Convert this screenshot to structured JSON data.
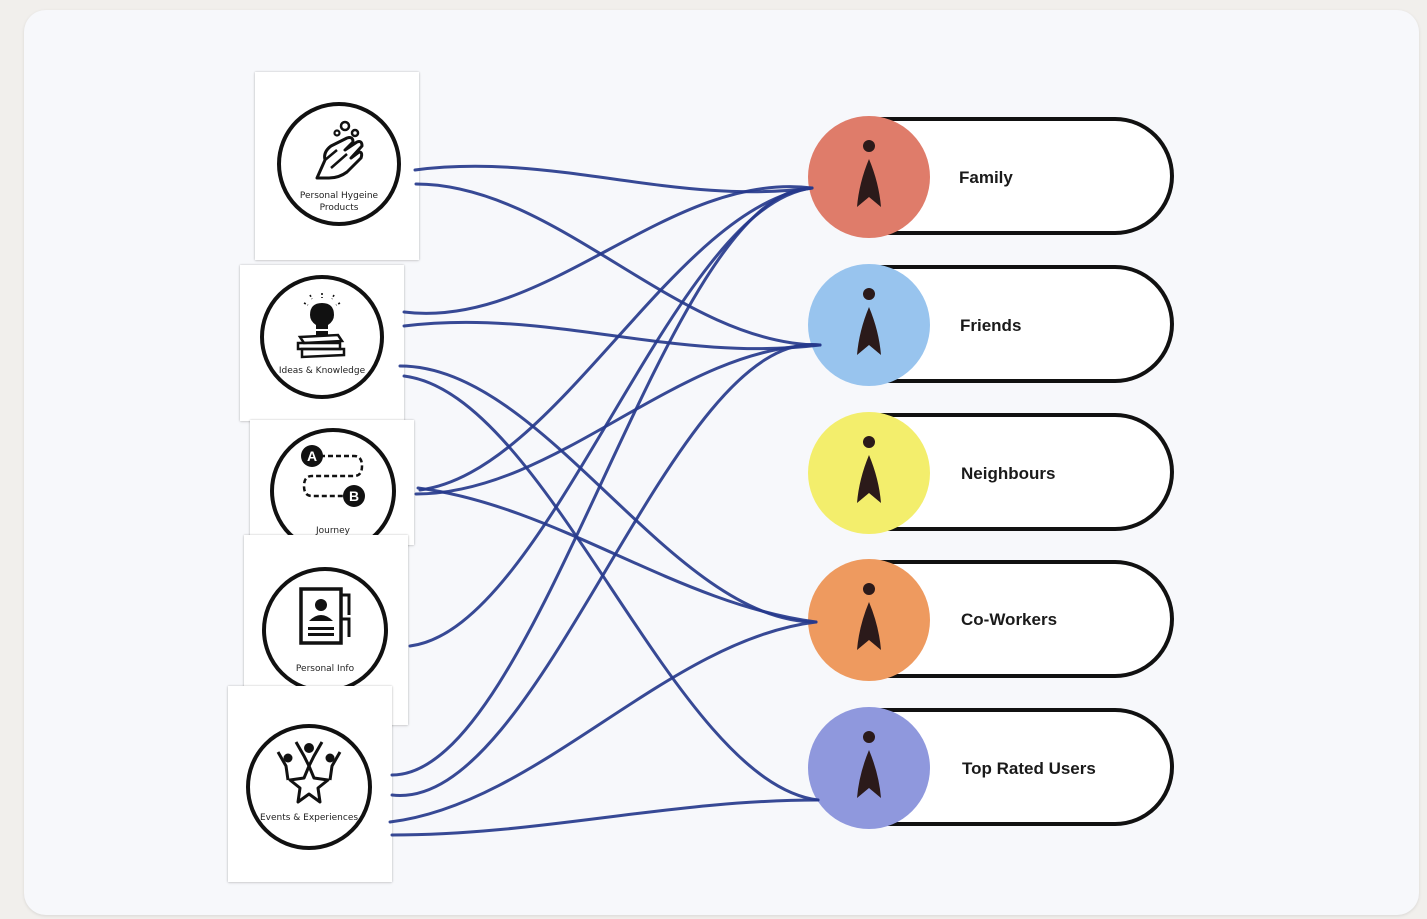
{
  "sources": [
    {
      "label": "Personal Hygeine Products",
      "icon": "handwash-icon"
    },
    {
      "label": "Ideas & Knowledge",
      "icon": "lightbulb-books-icon"
    },
    {
      "label": "Journey",
      "icon": "route-a-b-icon"
    },
    {
      "label": "Personal Info",
      "icon": "id-card-icon"
    },
    {
      "label": "Events & Experiences",
      "icon": "celebrating-people-icon"
    }
  ],
  "targets": [
    {
      "label": "Family",
      "color": "#df7c6a",
      "icon": "info-figure-icon"
    },
    {
      "label": "Friends",
      "color": "#98c4ee",
      "icon": "info-figure-icon"
    },
    {
      "label": "Neighbours",
      "color": "#f3ee6c",
      "icon": "info-figure-icon"
    },
    {
      "label": "Co-Workers",
      "color": "#ee9a5f",
      "icon": "info-figure-icon"
    },
    {
      "label": "Top Rated Users",
      "color": "#8f98dd",
      "icon": "info-figure-icon"
    }
  ],
  "connections": [
    [
      "Personal Hygeine Products",
      "Family"
    ],
    [
      "Personal Hygeine Products",
      "Friends"
    ],
    [
      "Ideas & Knowledge",
      "Family"
    ],
    [
      "Ideas & Knowledge",
      "Friends"
    ],
    [
      "Ideas & Knowledge",
      "Co-Workers"
    ],
    [
      "Ideas & Knowledge",
      "Top Rated Users"
    ],
    [
      "Journey",
      "Family"
    ],
    [
      "Journey",
      "Friends"
    ],
    [
      "Journey",
      "Co-Workers"
    ],
    [
      "Personal Info",
      "Family"
    ],
    [
      "Events & Experiences",
      "Family"
    ],
    [
      "Events & Experiences",
      "Friends"
    ],
    [
      "Events & Experiences",
      "Co-Workers"
    ],
    [
      "Events & Experiences",
      "Top Rated Users"
    ]
  ],
  "colors": {
    "wire": "#263a8c",
    "outline": "#111111"
  }
}
